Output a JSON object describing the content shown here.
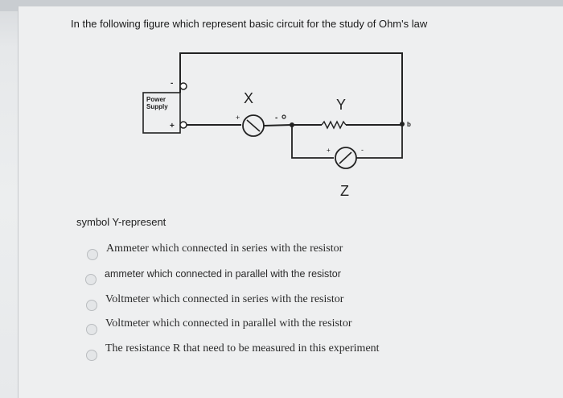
{
  "question": "In the following figure which represent basic circuit for the study of Ohm's law",
  "circuit": {
    "power_supply_line1": "Power",
    "power_supply_line2": "Supply",
    "minus_sign": "-",
    "plus_sign": "+",
    "x_label": "X",
    "y_label": "Y",
    "z_label": "Z",
    "x_minus": "-",
    "z_plus": "+",
    "z_minus": "-",
    "node_b": "b"
  },
  "prompt": "symbol Y-represent",
  "options": [
    {
      "label": "Ammeter which connected in series with the resistor"
    },
    {
      "label": "ammeter which connected in parallel with the resistor"
    },
    {
      "label": "Voltmeter which connected in series with the resistor"
    },
    {
      "label": "Voltmeter which connected in parallel with the resistor"
    },
    {
      "label": "The resistance R that need to be measured in this experiment"
    }
  ]
}
